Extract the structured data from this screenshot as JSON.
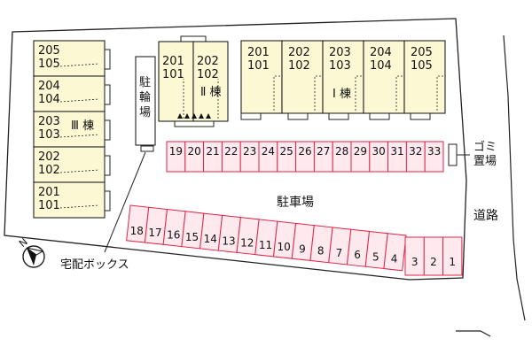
{
  "buildings": {
    "building_3": {
      "name": "Ⅲ 棟",
      "units": [
        {
          "upper": "205",
          "lower": "105"
        },
        {
          "upper": "204",
          "lower": "104"
        },
        {
          "upper": "203",
          "lower": "103"
        },
        {
          "upper": "202",
          "lower": "102"
        },
        {
          "upper": "201",
          "lower": "101"
        }
      ]
    },
    "building_2": {
      "name": "Ⅱ 棟",
      "units": [
        {
          "upper": "201",
          "lower": "101"
        },
        {
          "upper": "202",
          "lower": "102"
        }
      ]
    },
    "building_1": {
      "name": "Ⅰ 棟",
      "units": [
        {
          "upper": "201",
          "lower": "101"
        },
        {
          "upper": "202",
          "lower": "102"
        },
        {
          "upper": "203",
          "lower": "103"
        },
        {
          "upper": "204",
          "lower": "104"
        },
        {
          "upper": "205",
          "lower": "105"
        }
      ]
    }
  },
  "bicycle_parking": "駐輪場",
  "parking_lot": "駐車場",
  "garbage": "ゴミ置場",
  "garbage_lines": [
    "ゴミ",
    "置場"
  ],
  "road": "道路",
  "delivery_box": "宅配ボックス",
  "compass": "N",
  "parking_spaces": {
    "top_row": [
      "19",
      "20",
      "21",
      "22",
      "23",
      "24",
      "25",
      "26",
      "27",
      "28",
      "29",
      "30",
      "31",
      "32",
      "33"
    ],
    "bottom_row_angled": [
      "18",
      "17",
      "16",
      "15",
      "14",
      "13",
      "12",
      "11",
      "10",
      "9",
      "8",
      "7",
      "6",
      "5",
      "4"
    ],
    "bottom_row_straight": [
      "3",
      "2",
      "1"
    ]
  },
  "colors": {
    "building_fill": "#fdf8d4",
    "parking_stroke": "#e0244a",
    "parking_fill": "#fde9ee",
    "line": "#222222"
  }
}
